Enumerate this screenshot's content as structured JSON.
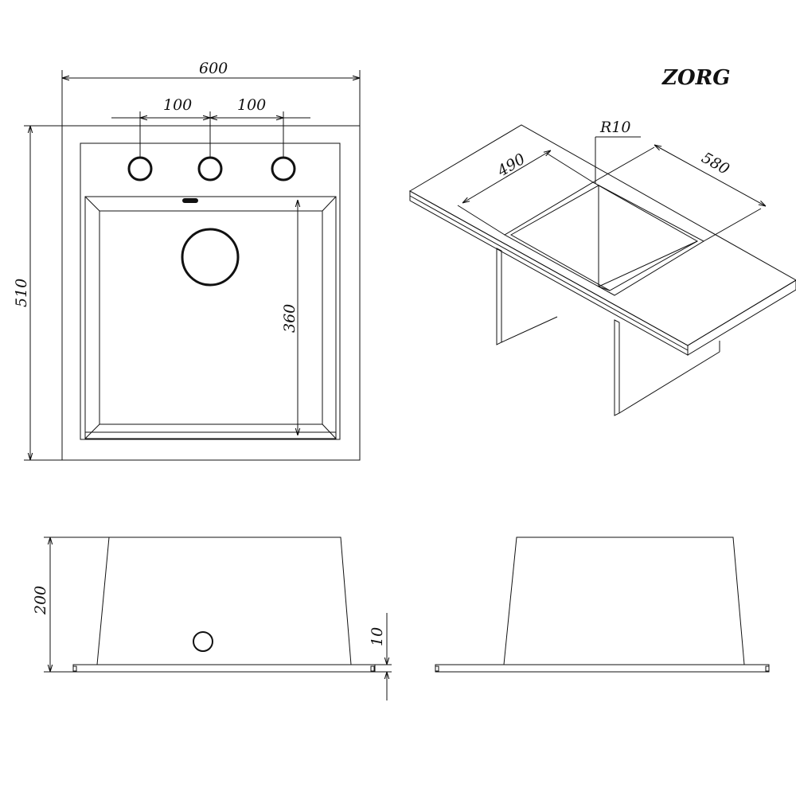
{
  "brand": "ZORG",
  "top_view": {
    "overall_width": "600",
    "overall_depth": "510",
    "tap_spacing_left": "100",
    "tap_spacing_right": "100",
    "bowl_depth": "360"
  },
  "iso_view": {
    "corner_radius": "R10",
    "bowl_width": "490",
    "bowl_length": "580"
  },
  "side_view": {
    "height": "200",
    "rim_thickness": "10"
  },
  "colors": {
    "line": "#111111",
    "background": "#ffffff"
  }
}
